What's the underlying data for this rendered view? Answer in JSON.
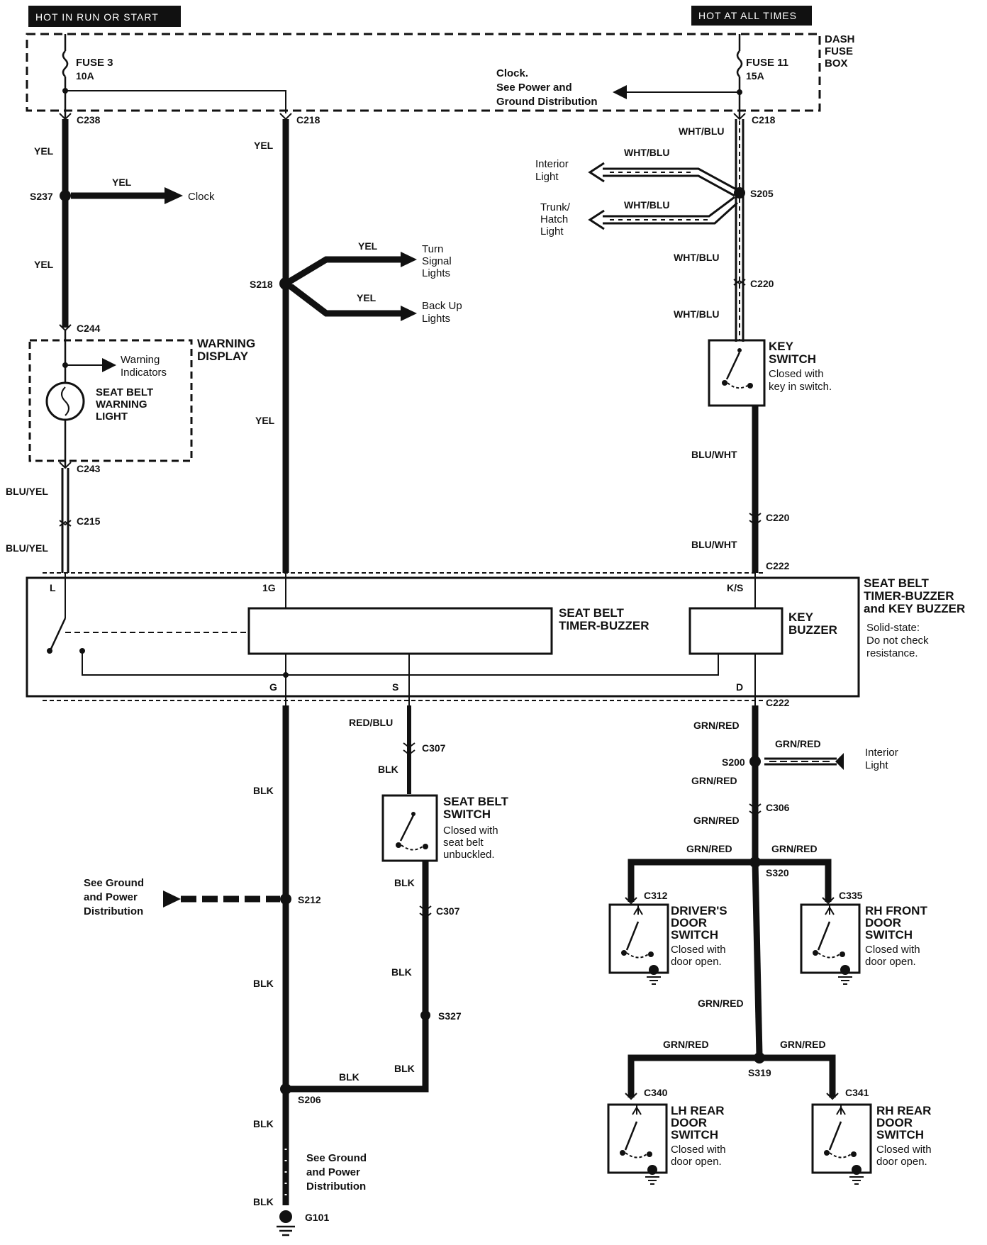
{
  "header": {
    "left_label": "HOT IN RUN OR START",
    "right_label": "HOT AT ALL TIMES"
  },
  "fuse_box": {
    "title_line1": "DASH",
    "title_line2": "FUSE",
    "title_line3": "BOX",
    "fuse3_name": "FUSE 3",
    "fuse3_rating": "10A",
    "fuse11_name": "FUSE 11",
    "fuse11_rating": "15A",
    "clock_note_line1": "Clock.",
    "clock_note_line2": "See Power and",
    "clock_note_line3": "Ground Distribution"
  },
  "connectors": {
    "c238": "C238",
    "c218a": "C218",
    "c218b": "C218",
    "s237": "S237",
    "s218": "S218",
    "s205": "S205",
    "c220a": "C220",
    "c244": "C244",
    "c243": "C243",
    "c215": "C215",
    "c220b": "C220",
    "c222a": "C222",
    "c222b": "C222",
    "c307a": "C307",
    "c307b": "C307",
    "s200": "S200",
    "c306": "C306",
    "s320": "S320",
    "c312": "C312",
    "c335": "C335",
    "s212": "S212",
    "s327": "S327",
    "s206": "S206",
    "s319": "S319",
    "c340": "C340",
    "c341": "C341",
    "g101": "G101"
  },
  "wires": {
    "yel_1": "YEL",
    "yel_2": "YEL",
    "yel_3": "YEL",
    "yel_4": "YEL",
    "yel_5": "YEL",
    "yel_6": "YEL",
    "yel_7": "YEL",
    "wht_blu_1": "WHT/BLU",
    "wht_blu_2": "WHT/BLU",
    "wht_blu_3": "WHT/BLU",
    "wht_blu_4": "WHT/BLU",
    "wht_blu_5": "WHT/BLU",
    "blu_yel_1": "BLU/YEL",
    "blu_yel_2": "BLU/YEL",
    "blu_wht_1": "BLU/WHT",
    "blu_wht_2": "BLU/WHT",
    "red_blu": "RED/BLU",
    "blk_1": "BLK",
    "blk_2": "BLK",
    "blk_3": "BLK",
    "blk_4": "BLK",
    "blk_5": "BLK",
    "blk_6": "BLK",
    "blk_7": "BLK",
    "blk_8": "BLK",
    "blk_9": "BLK",
    "grn_red_1": "GRN/RED",
    "grn_red_2": "GRN/RED",
    "grn_red_3": "GRN/RED",
    "grn_red_4": "GRN/RED",
    "grn_red_5": "GRN/RED",
    "grn_red_6": "GRN/RED",
    "grn_red_7": "GRN/RED",
    "grn_red_8": "GRN/RED",
    "grn_red_9": "GRN/RED"
  },
  "destinations": {
    "clock": "Clock",
    "turn_line1": "Turn",
    "turn_line2": "Signal",
    "turn_line3": "Lights",
    "backup_line1": "Back Up",
    "backup_line2": "Lights",
    "interior_top_line1": "Interior",
    "interior_top_line2": "Light",
    "trunk_line1": "Trunk/",
    "trunk_line2": "Hatch",
    "trunk_line3": "Light",
    "interior_bot_line1": "Interior",
    "interior_bot_line2": "Light",
    "gnd_left_line1": "See Ground",
    "gnd_left_line2": "and Power",
    "gnd_left_line3": "Distribution",
    "gnd_bot_line1": "See Ground",
    "gnd_bot_line2": "and Power",
    "gnd_bot_line3": "Distribution"
  },
  "components": {
    "warning_display_line1": "WARNING",
    "warning_display_line2": "DISPLAY",
    "warning_indicators_line1": "Warning",
    "warning_indicators_line2": "Indicators",
    "seat_belt_light_line1": "SEAT BELT",
    "seat_belt_light_line2": "WARNING",
    "seat_belt_light_line3": "LIGHT",
    "key_switch_line1": "KEY",
    "key_switch_line2": "SWITCH",
    "key_switch_note1": "Closed with",
    "key_switch_note2": "key in switch.",
    "timer_title_line1": "SEAT BELT",
    "timer_title_line2": "TIMER-BUZZER",
    "key_buzzer_line1": "KEY",
    "key_buzzer_line2": "BUZZER",
    "module_line1": "SEAT BELT",
    "module_line2": "TIMER-BUZZER",
    "module_line3": "and KEY BUZZER",
    "module_note1": "Solid-state:",
    "module_note2": "Do not check",
    "module_note3": "resistance.",
    "pin_l": "L",
    "pin_1g": "1G",
    "pin_ks": "K/S",
    "pin_g": "G",
    "pin_s": "S",
    "pin_d": "D",
    "seatbelt_sw_line1": "SEAT BELT",
    "seatbelt_sw_line2": "SWITCH",
    "seatbelt_sw_note1": "Closed with",
    "seatbelt_sw_note2": "seat belt",
    "seatbelt_sw_note3": "unbuckled.",
    "driver_door_line1": "DRIVER'S",
    "driver_door_line2": "DOOR",
    "driver_door_line3": "SWITCH",
    "driver_door_note1": "Closed with",
    "driver_door_note2": "door open.",
    "rhf_door_line1": "RH FRONT",
    "rhf_door_line2": "DOOR",
    "rhf_door_line3": "SWITCH",
    "rhf_door_note1": "Closed with",
    "rhf_door_note2": "door open.",
    "lhr_door_line1": "LH REAR",
    "lhr_door_line2": "DOOR",
    "lhr_door_line3": "SWITCH",
    "lhr_door_note1": "Closed with",
    "lhr_door_note2": "door open.",
    "rhr_door_line1": "RH REAR",
    "rhr_door_line2": "DOOR",
    "rhr_door_line3": "SWITCH",
    "rhr_door_note1": "Closed with",
    "rhr_door_note2": "door open."
  }
}
